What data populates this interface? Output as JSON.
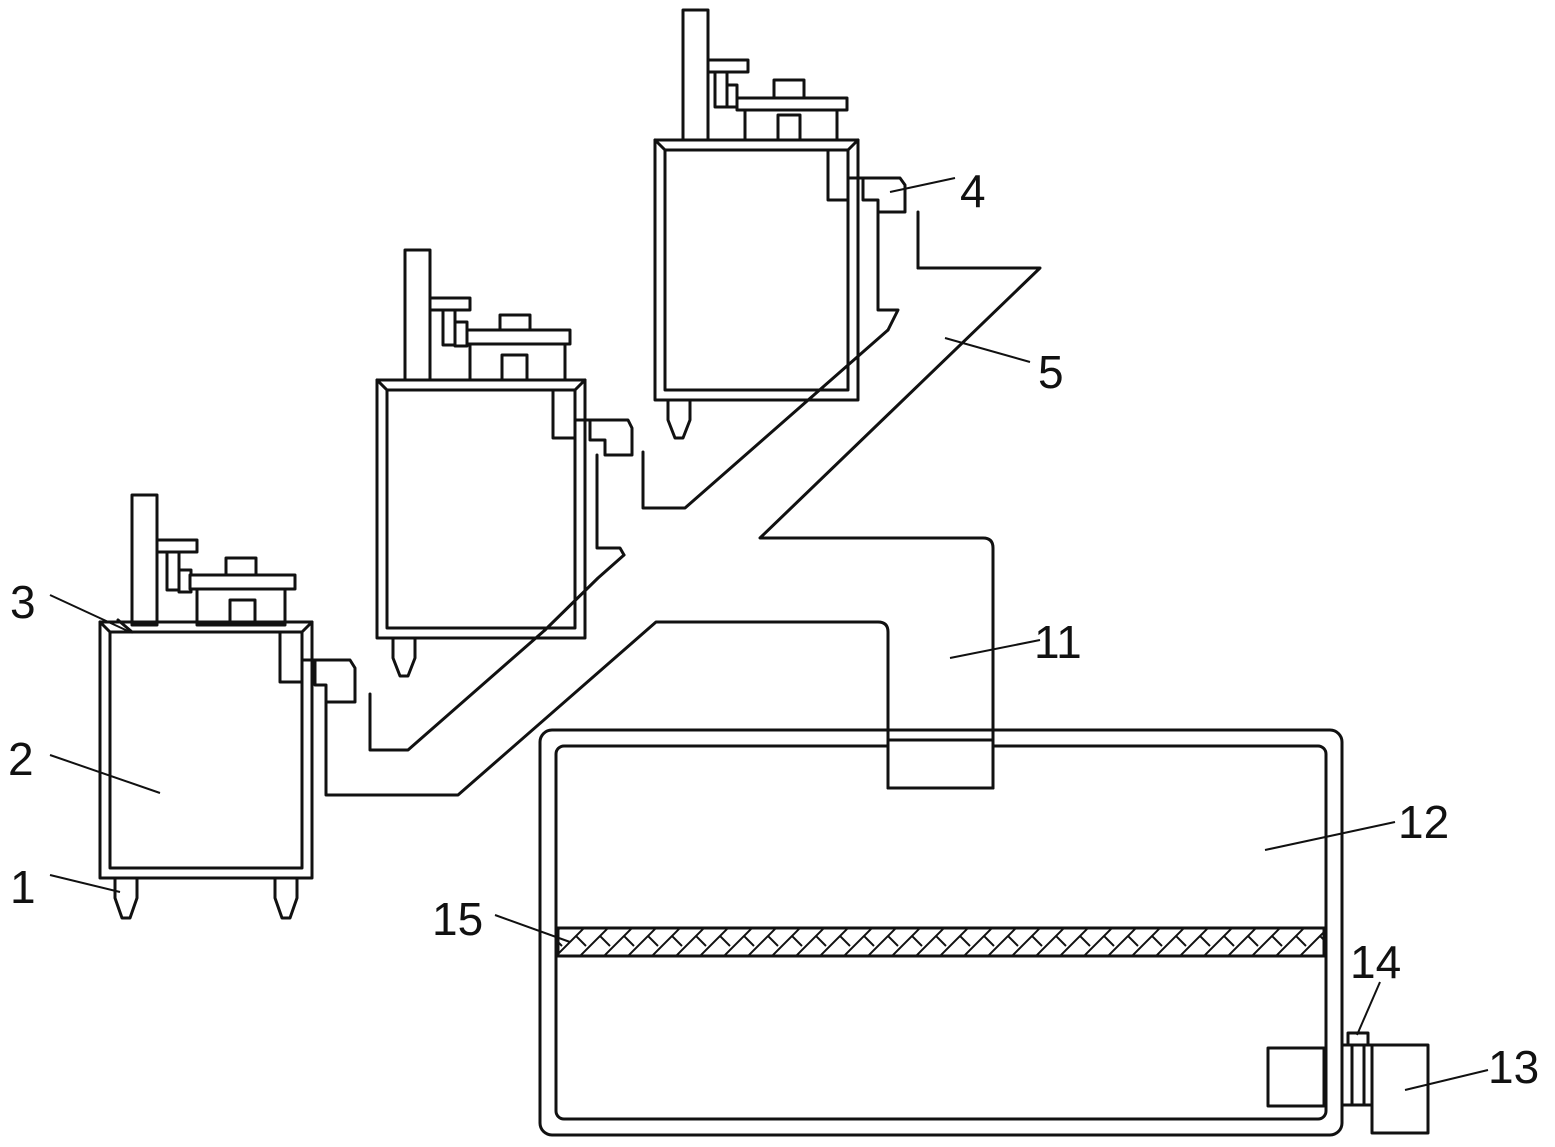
{
  "labels": {
    "l1": "1",
    "l2": "2",
    "l3": "3",
    "l4": "4",
    "l5": "5",
    "l11": "11",
    "l12": "12",
    "l13": "13",
    "l14": "14",
    "l15": "15"
  }
}
